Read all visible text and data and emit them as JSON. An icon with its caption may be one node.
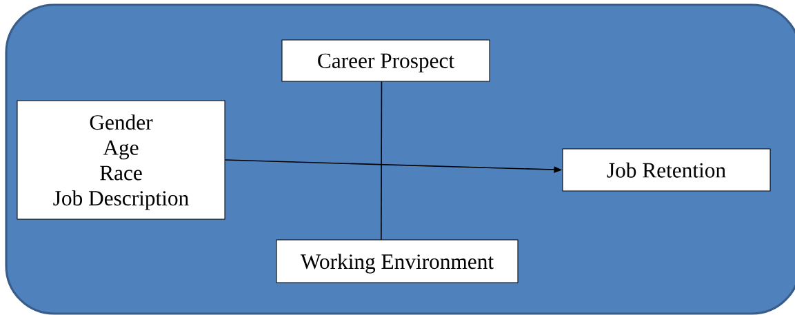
{
  "diagram": {
    "nodes": [
      {
        "text": [
          "Career Prospect"
        ]
      },
      {
        "text": [
          "Gender",
          "Age",
          "Race",
          "Job Description"
        ]
      },
      {
        "text": [
          "Job Retention"
        ]
      },
      {
        "text": [
          "Working Environment"
        ]
      }
    ],
    "edges": [
      {
        "from": 1,
        "to": 2,
        "arrow": "to"
      },
      {
        "from": 0,
        "to": 3,
        "arrow": "none"
      }
    ]
  }
}
